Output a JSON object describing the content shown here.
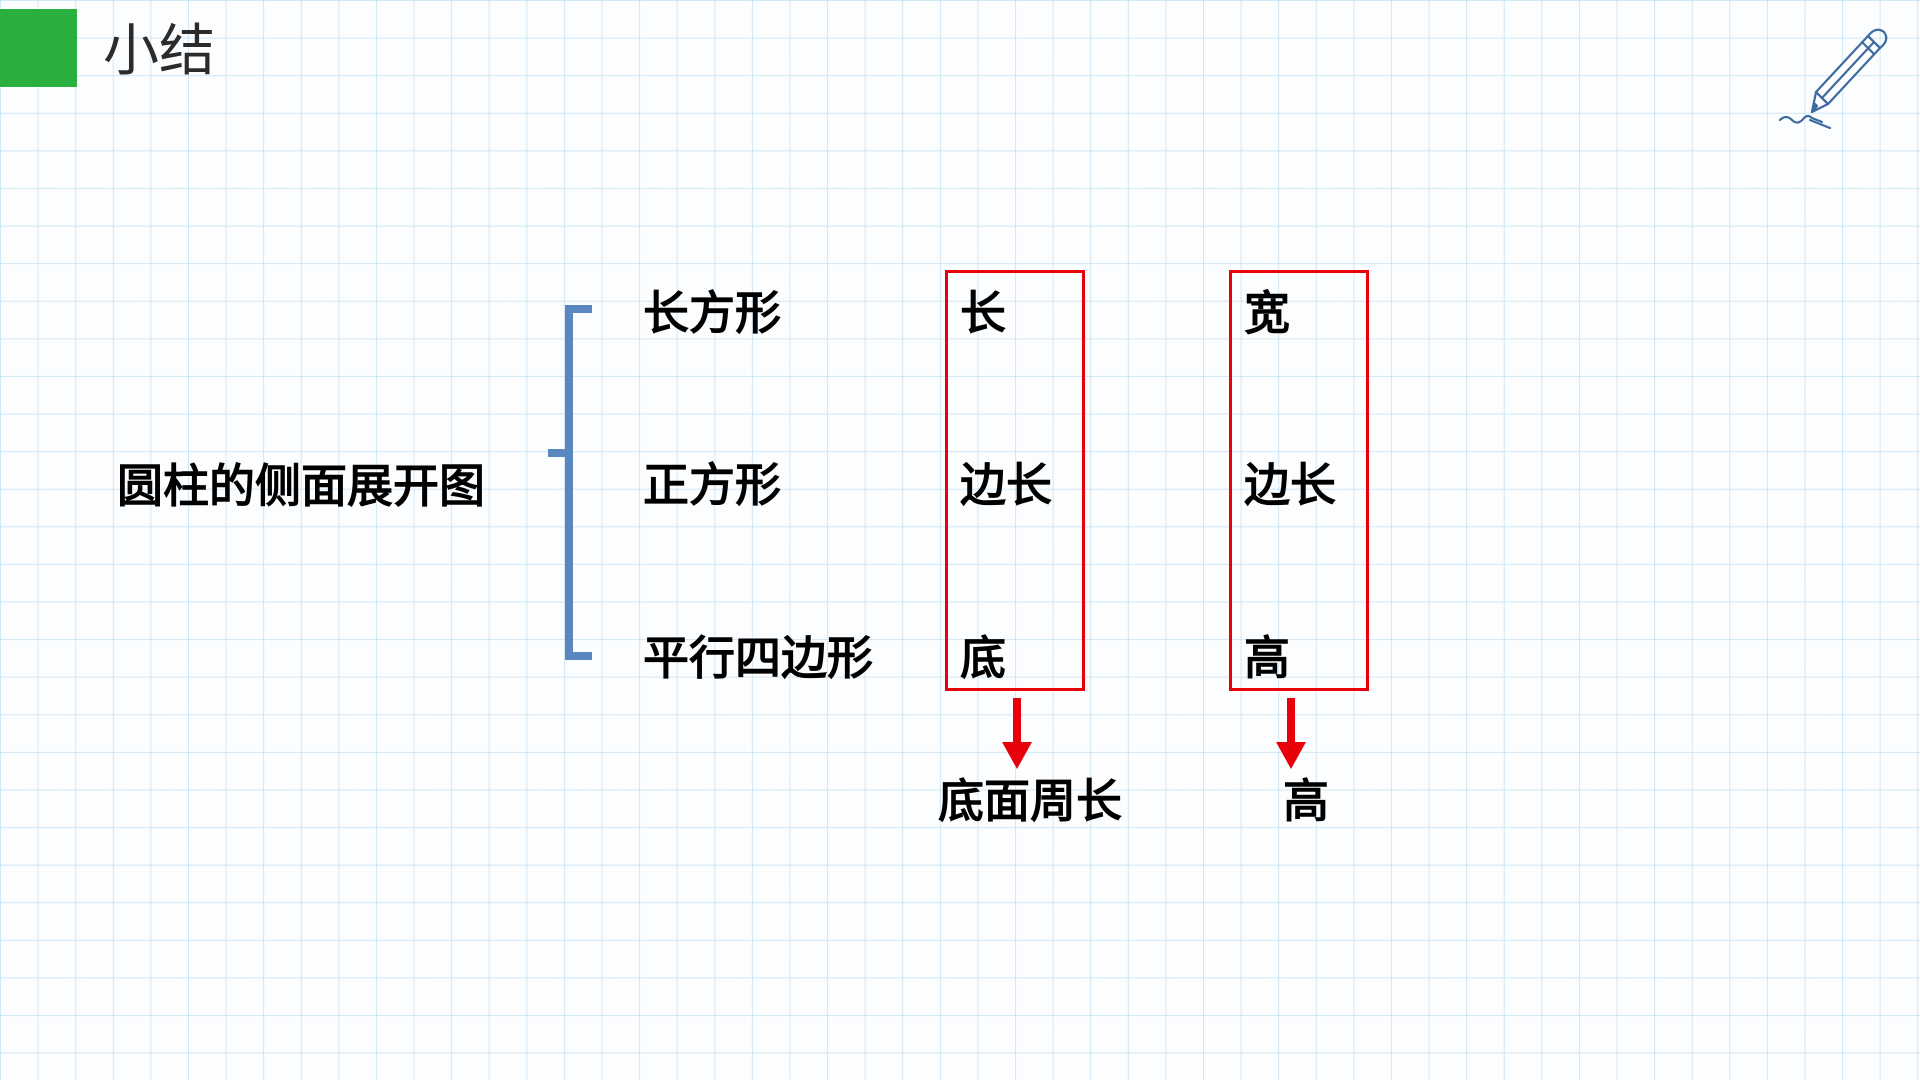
{
  "header": {
    "title": "小结",
    "accent_color": "#2ab03c",
    "decoration_icon": "pencil-icon"
  },
  "diagram": {
    "root": "圆柱的侧面展开图",
    "rows": [
      {
        "shape": "长方形",
        "first": "长",
        "second": "宽"
      },
      {
        "shape": "正方形",
        "first": "边长",
        "second": "边长"
      },
      {
        "shape": "平行四边形",
        "first": "底",
        "second": "高"
      }
    ],
    "results": {
      "first": "底面周长",
      "second": "高"
    },
    "colors": {
      "bracket": "#5b87c0",
      "box": "#e8000b",
      "arrow": "#e8000b"
    }
  }
}
